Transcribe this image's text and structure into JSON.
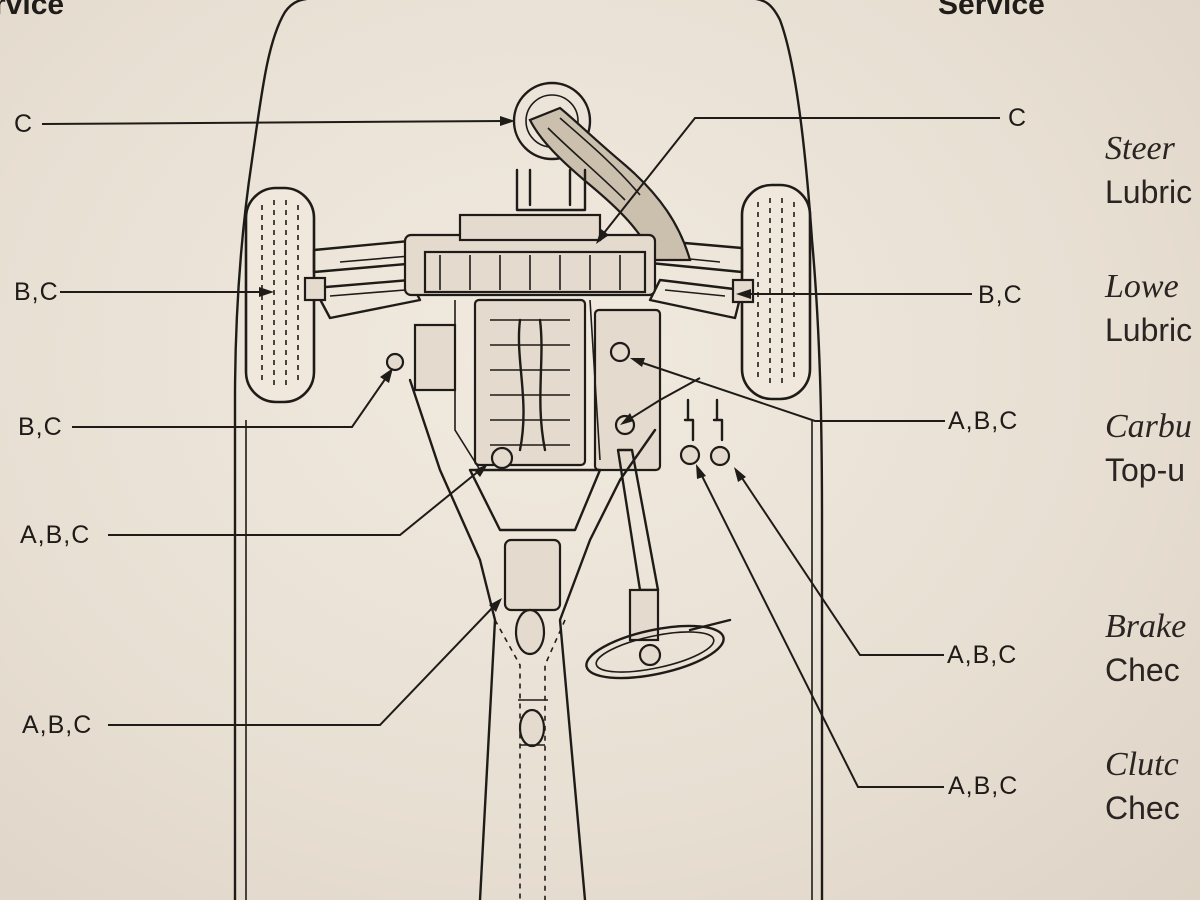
{
  "header": {
    "left_title": "rvice",
    "right_title": "Service"
  },
  "callouts": {
    "left": [
      "C",
      "B,C",
      "B,C",
      "A,B,C",
      "A,B,C"
    ],
    "right": [
      "C",
      "B,C",
      "A,B,C",
      "A,B,C",
      "A,B,C"
    ]
  },
  "side_list": [
    {
      "title": "Steer",
      "desc": "Lubric"
    },
    {
      "title": "Lowe",
      "desc": "Lubric"
    },
    {
      "title": "Carbu",
      "desc": "Top-u"
    },
    {
      "title": "Brake",
      "desc": "Chec"
    },
    {
      "title": "Clutc",
      "desc": "Chec"
    }
  ]
}
